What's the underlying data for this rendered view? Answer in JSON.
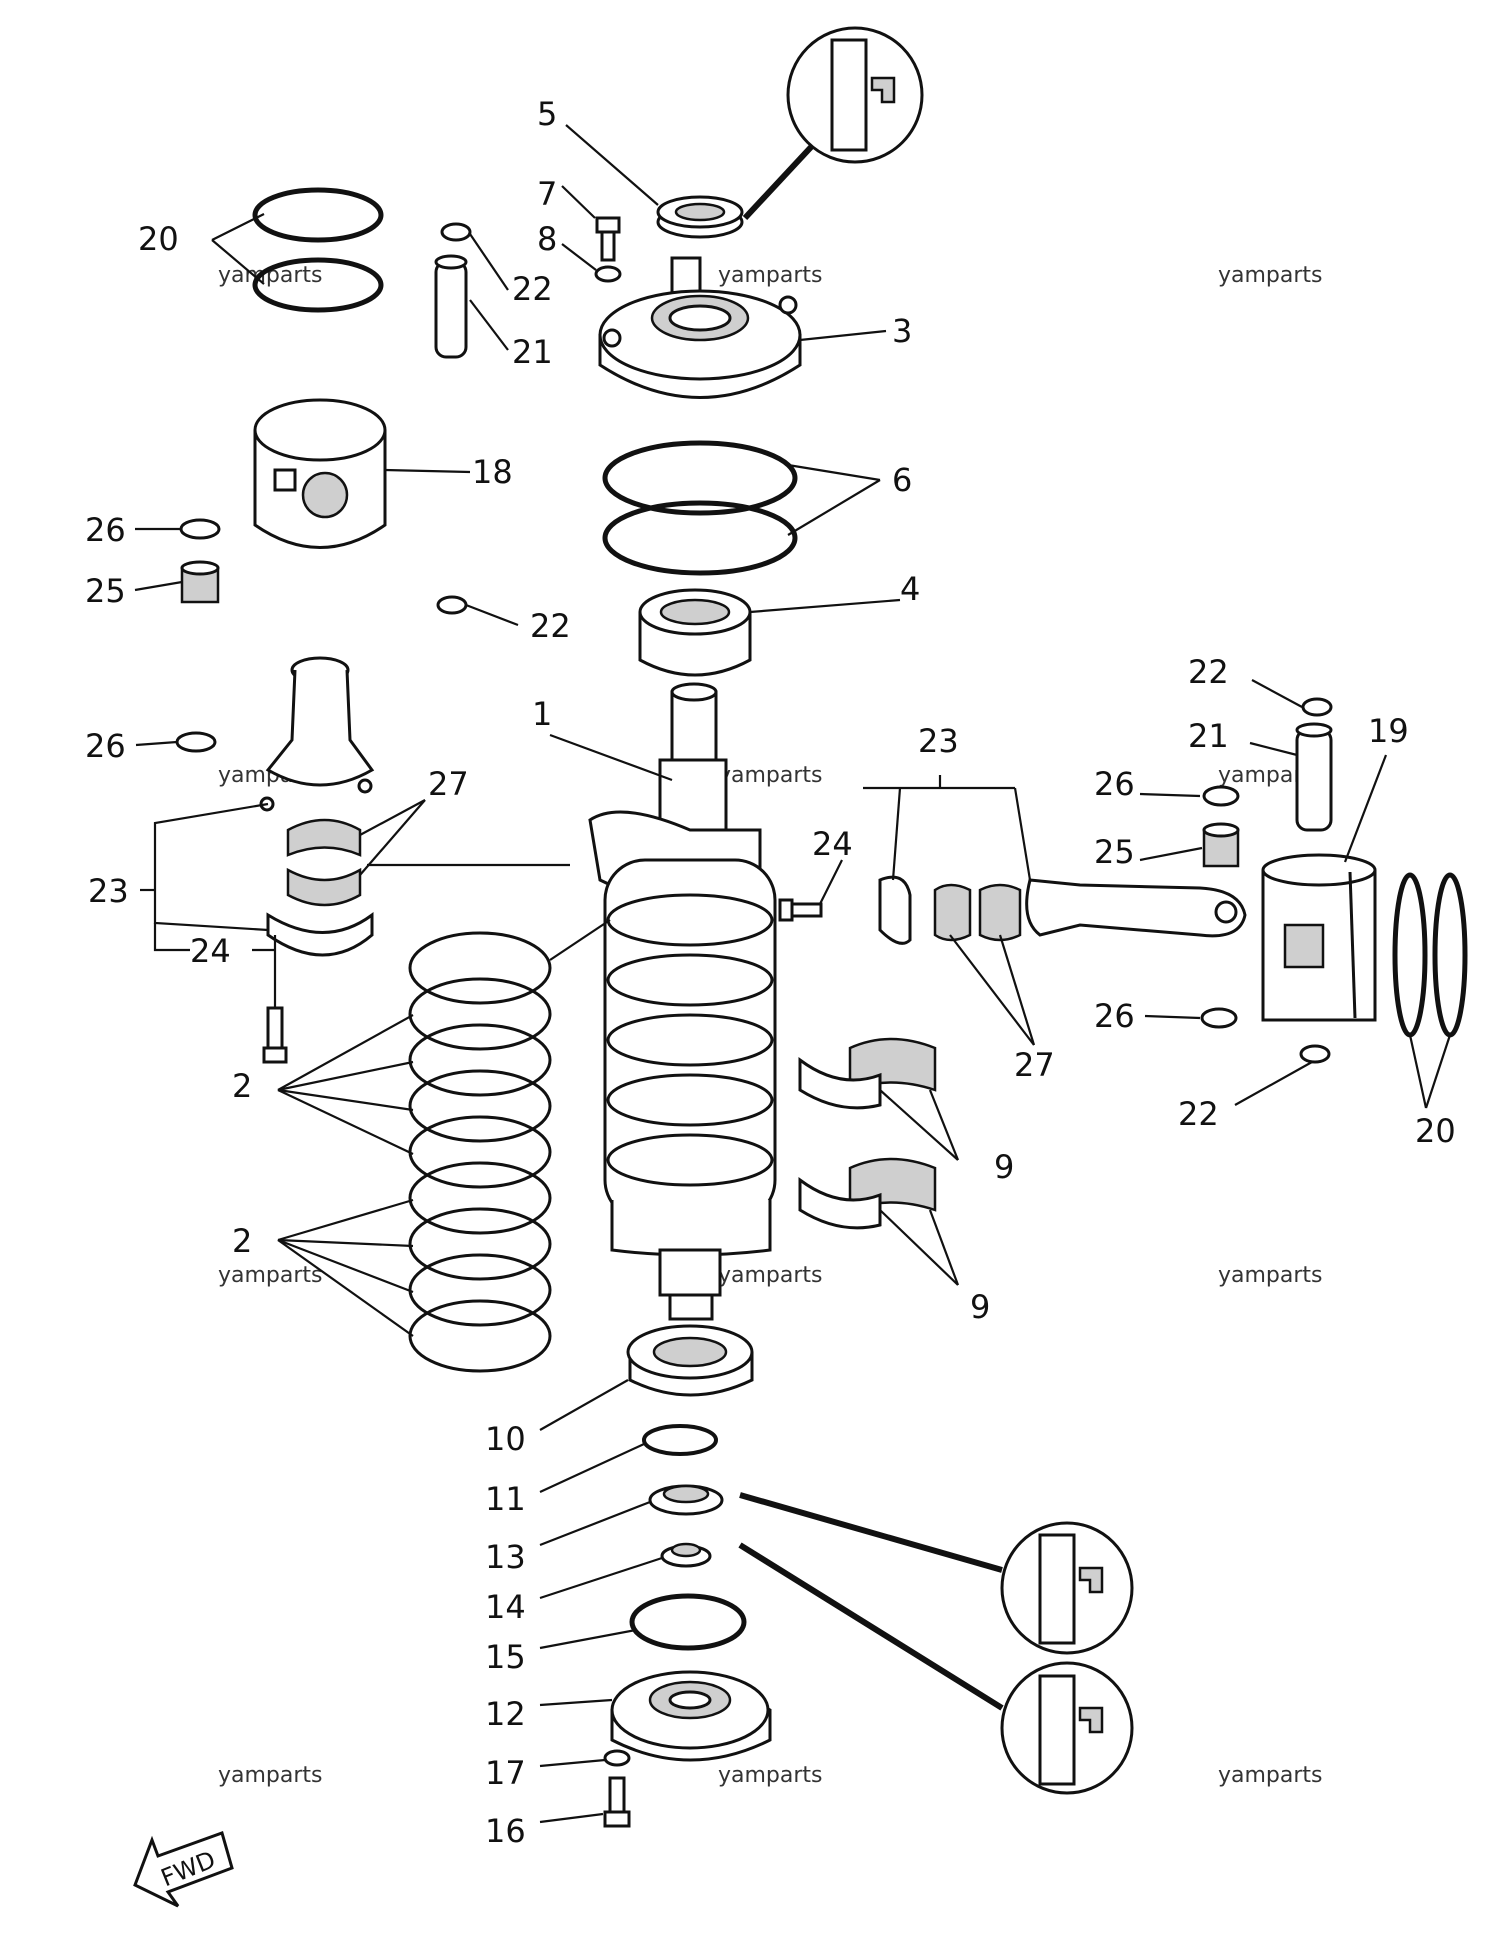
{
  "diagram": {
    "direction_label": "FWD",
    "watermark": "yamparts",
    "callouts": {
      "c1": "1",
      "c2a": "2",
      "c2b": "2",
      "c3": "3",
      "c4": "4",
      "c5": "5",
      "c6": "6",
      "c7": "7",
      "c8": "8",
      "c9a": "9",
      "c9b": "9",
      "c10": "10",
      "c11": "11",
      "c12": "12",
      "c13": "13",
      "c14": "14",
      "c15": "15",
      "c16": "16",
      "c17": "17",
      "c18": "18",
      "c19": "19",
      "c20a": "20",
      "c20b": "20",
      "c21a": "21",
      "c21b": "21",
      "c22a": "22",
      "c22b": "22",
      "c22c": "22",
      "c22d": "22",
      "c23a": "23",
      "c23b": "23",
      "c24a": "24",
      "c24b": "24",
      "c25a": "25",
      "c25b": "25",
      "c26a": "26",
      "c26b": "26",
      "c26c": "26",
      "c26d": "26",
      "c27a": "27",
      "c27b": "27"
    }
  }
}
